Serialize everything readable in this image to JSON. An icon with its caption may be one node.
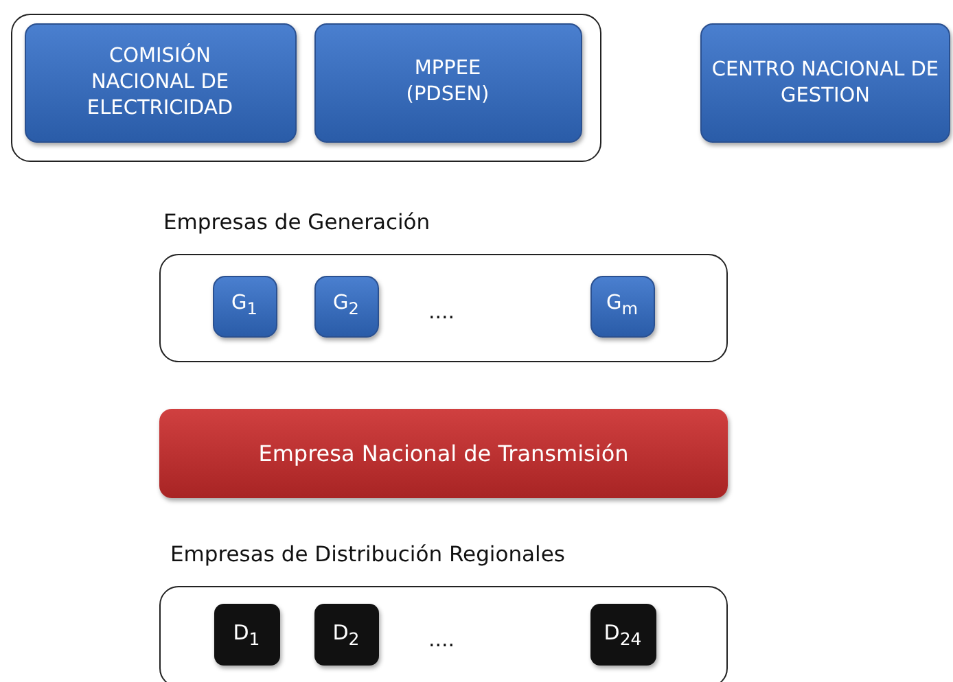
{
  "diagram": {
    "nodes": [
      {
        "text": [],
        "shape": "box"
      },
      {
        "text": [
          "COMISIÓN NACIONAL DE ELECTRICIDAD"
        ],
        "in": 0
      },
      {
        "text": [
          "MPPEE (PDSEN)"
        ],
        "in": 0
      },
      {
        "text": [
          "CENTRO NACIONAL DE GESTION"
        ]
      },
      {
        "text": [
          "Empresas de Generación"
        ]
      },
      {
        "text": [
          "G$_{1}$"
        ],
        "in": 4
      },
      {
        "text": [
          "G$_{2}$"
        ],
        "in": 4
      },
      {
        "text": [
          "G$_{m}$"
        ],
        "in": 4
      },
      {
        "text": [
          "Empresa Nacional de Transmisión"
        ]
      },
      {
        "text": [
          "Empresas de Distribución Regionales"
        ]
      },
      {
        "text": [
          "D$_{1}$"
        ],
        "in": 9
      },
      {
        "text": [
          "D$_{2}$"
        ],
        "in": 9
      },
      {
        "text": [
          "D$_{24}$"
        ],
        "in": 9
      }
    ],
    "labels": [
      "....",
      "...."
    ]
  }
}
